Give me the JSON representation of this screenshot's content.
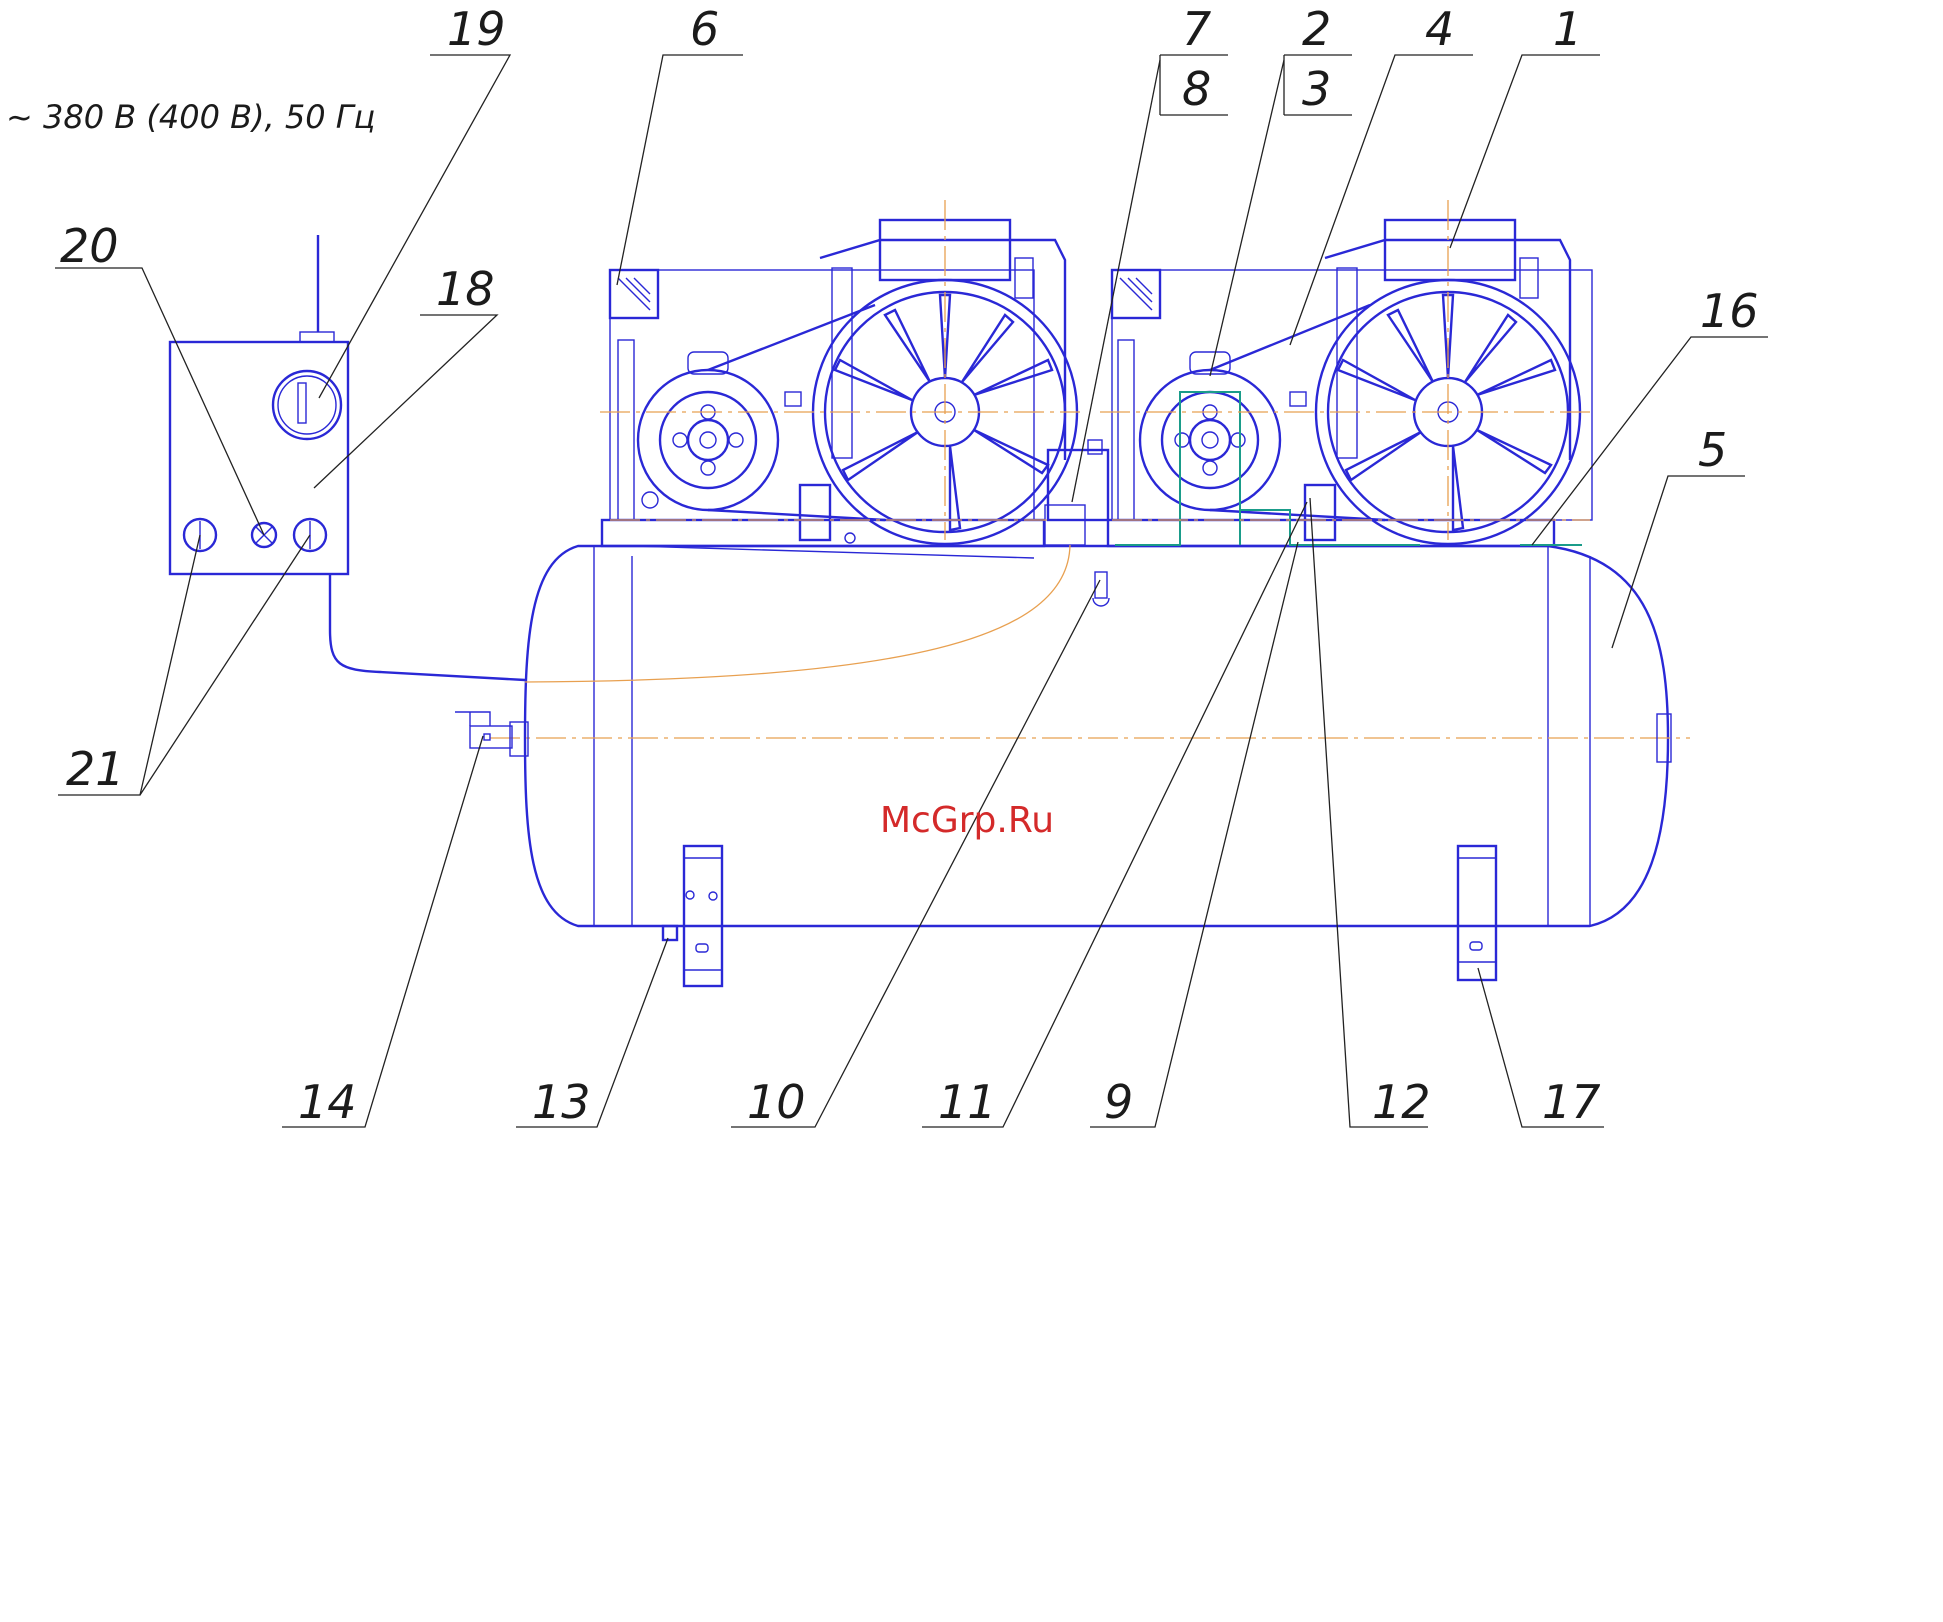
{
  "supply_label": "~ 380 В (400 В), 50 Гц",
  "watermark": "McGrp.Ru",
  "callouts": {
    "c1": "1",
    "c2": "2",
    "c3": "3",
    "c4": "4",
    "c5": "5",
    "c6": "6",
    "c7": "7",
    "c8": "8",
    "c9": "9",
    "c10": "10",
    "c11": "11",
    "c12": "12",
    "c13": "13",
    "c14": "14",
    "c16": "16",
    "c17": "17",
    "c18": "18",
    "c19": "19",
    "c20": "20",
    "c21": "21"
  },
  "colors": {
    "drawing": "#2a28d6",
    "centerline": "#e8a050",
    "pipe": "#1a9c8a",
    "watermark": "#d42a2a"
  }
}
